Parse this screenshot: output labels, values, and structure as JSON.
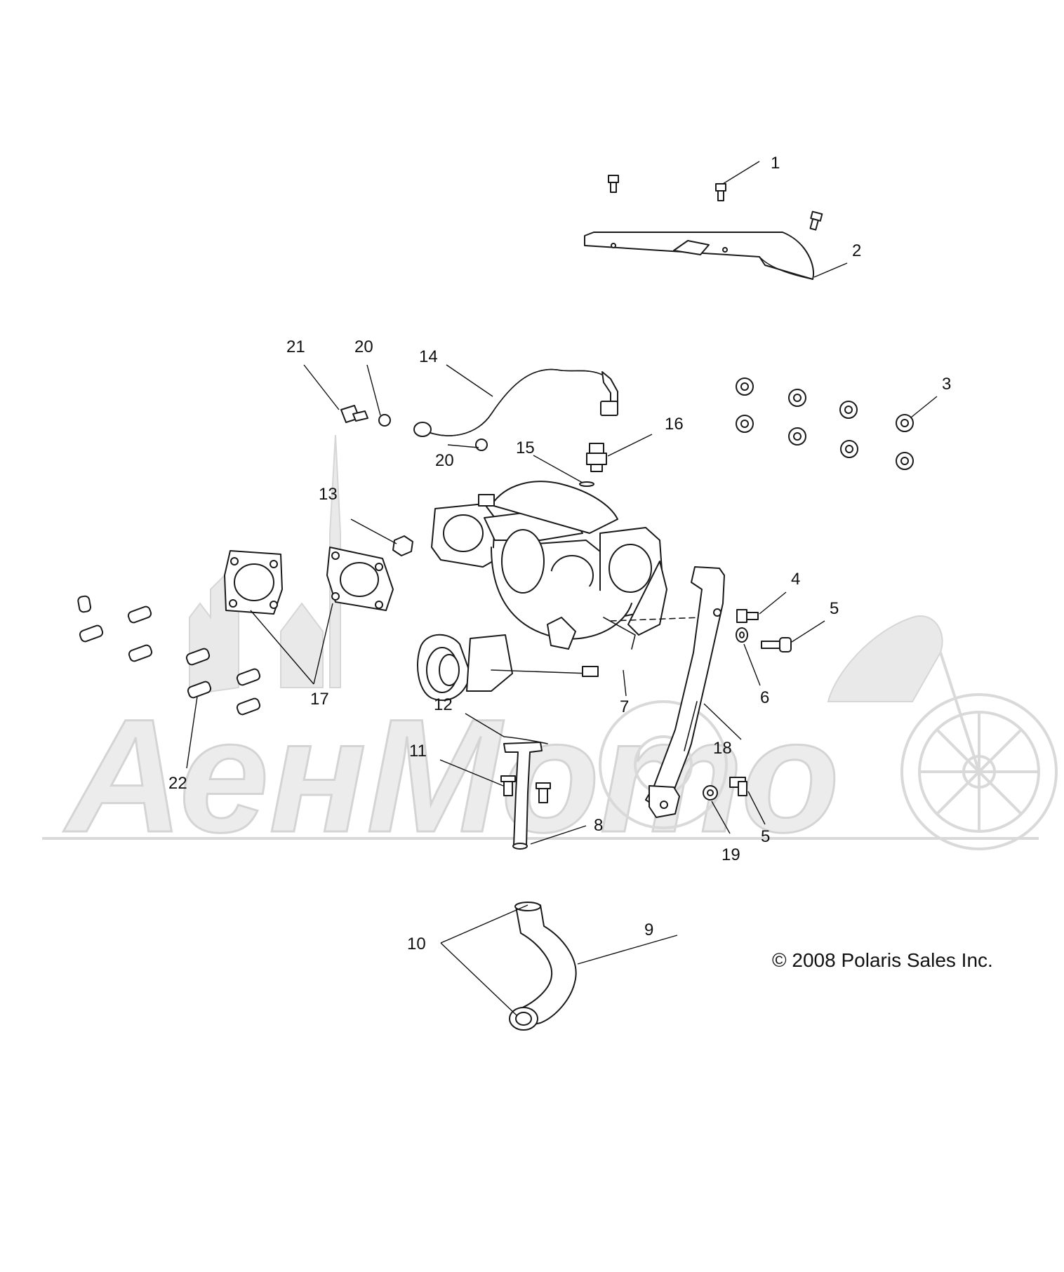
{
  "copyright": "© 2008 Polaris Sales Inc.",
  "watermark": {
    "text": "АенМото"
  },
  "callouts": [
    {
      "id": "c1",
      "label": "1"
    },
    {
      "id": "c2",
      "label": "2"
    },
    {
      "id": "c3",
      "label": "3"
    },
    {
      "id": "c4",
      "label": "4"
    },
    {
      "id": "c5a",
      "label": "5"
    },
    {
      "id": "c5b",
      "label": "5"
    },
    {
      "id": "c6",
      "label": "6"
    },
    {
      "id": "c7",
      "label": "7"
    },
    {
      "id": "c8",
      "label": "8"
    },
    {
      "id": "c9",
      "label": "9"
    },
    {
      "id": "c10",
      "label": "10"
    },
    {
      "id": "c11",
      "label": "11"
    },
    {
      "id": "c12",
      "label": "12"
    },
    {
      "id": "c13",
      "label": "13"
    },
    {
      "id": "c14",
      "label": "14"
    },
    {
      "id": "c15",
      "label": "15"
    },
    {
      "id": "c16",
      "label": "16"
    },
    {
      "id": "c17",
      "label": "17"
    },
    {
      "id": "c18",
      "label": "18"
    },
    {
      "id": "c19",
      "label": "19"
    },
    {
      "id": "c20a",
      "label": "20"
    },
    {
      "id": "c20b",
      "label": "20"
    },
    {
      "id": "c21",
      "label": "21"
    },
    {
      "id": "c22",
      "label": "22"
    }
  ]
}
